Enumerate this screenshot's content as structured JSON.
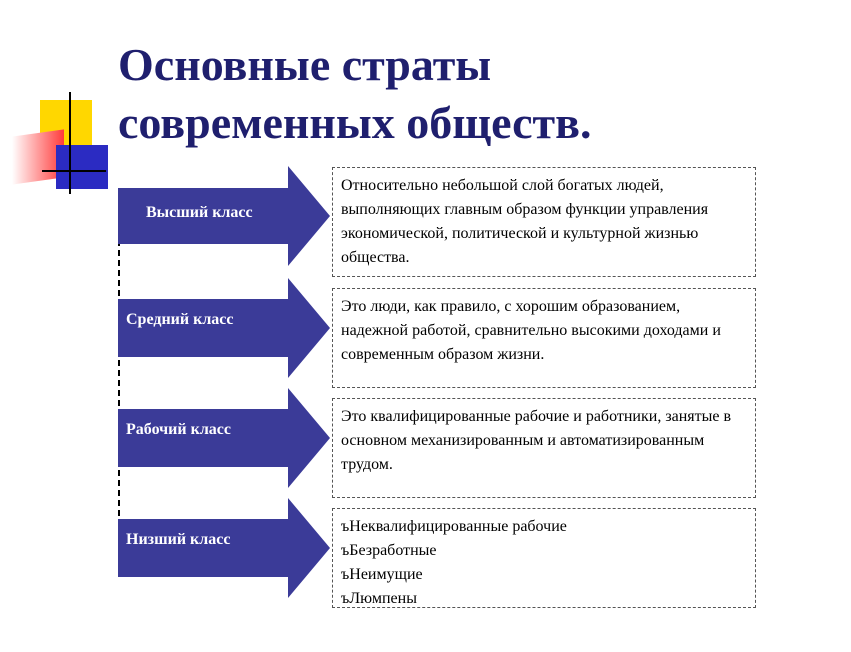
{
  "slide": {
    "title_lines": [
      "Основные страты",
      "современных обществ."
    ]
  },
  "strata": [
    {
      "label": "Высший класс",
      "description": "Относительно небольшой слой богатых людей, выполняющих главным образом функции управления экономической, политической и культурной жизнью общества."
    },
    {
      "label": "Средний класс",
      "description": "Это люди, как правило, с хорошим образованием, надежной работой, сравнительно высокими доходами и современным образом жизни."
    },
    {
      "label": "Рабочий класс",
      "description": "Это квалифицированные рабочие и работники, занятые в основном механизированным и автоматизированным трудом."
    },
    {
      "label": "Низший класс",
      "items": [
        "ъНеквалифицированные рабочие",
        "ъБезработные",
        "ъНеимущие",
        "ъЛюмпены"
      ]
    }
  ],
  "colors": {
    "arrow_fill": "#3b3b98",
    "title": "#1f1f6e",
    "deco_yellow": "#ffd700",
    "deco_red": "#ff3b3b",
    "deco_blue": "#2b2bc2"
  }
}
